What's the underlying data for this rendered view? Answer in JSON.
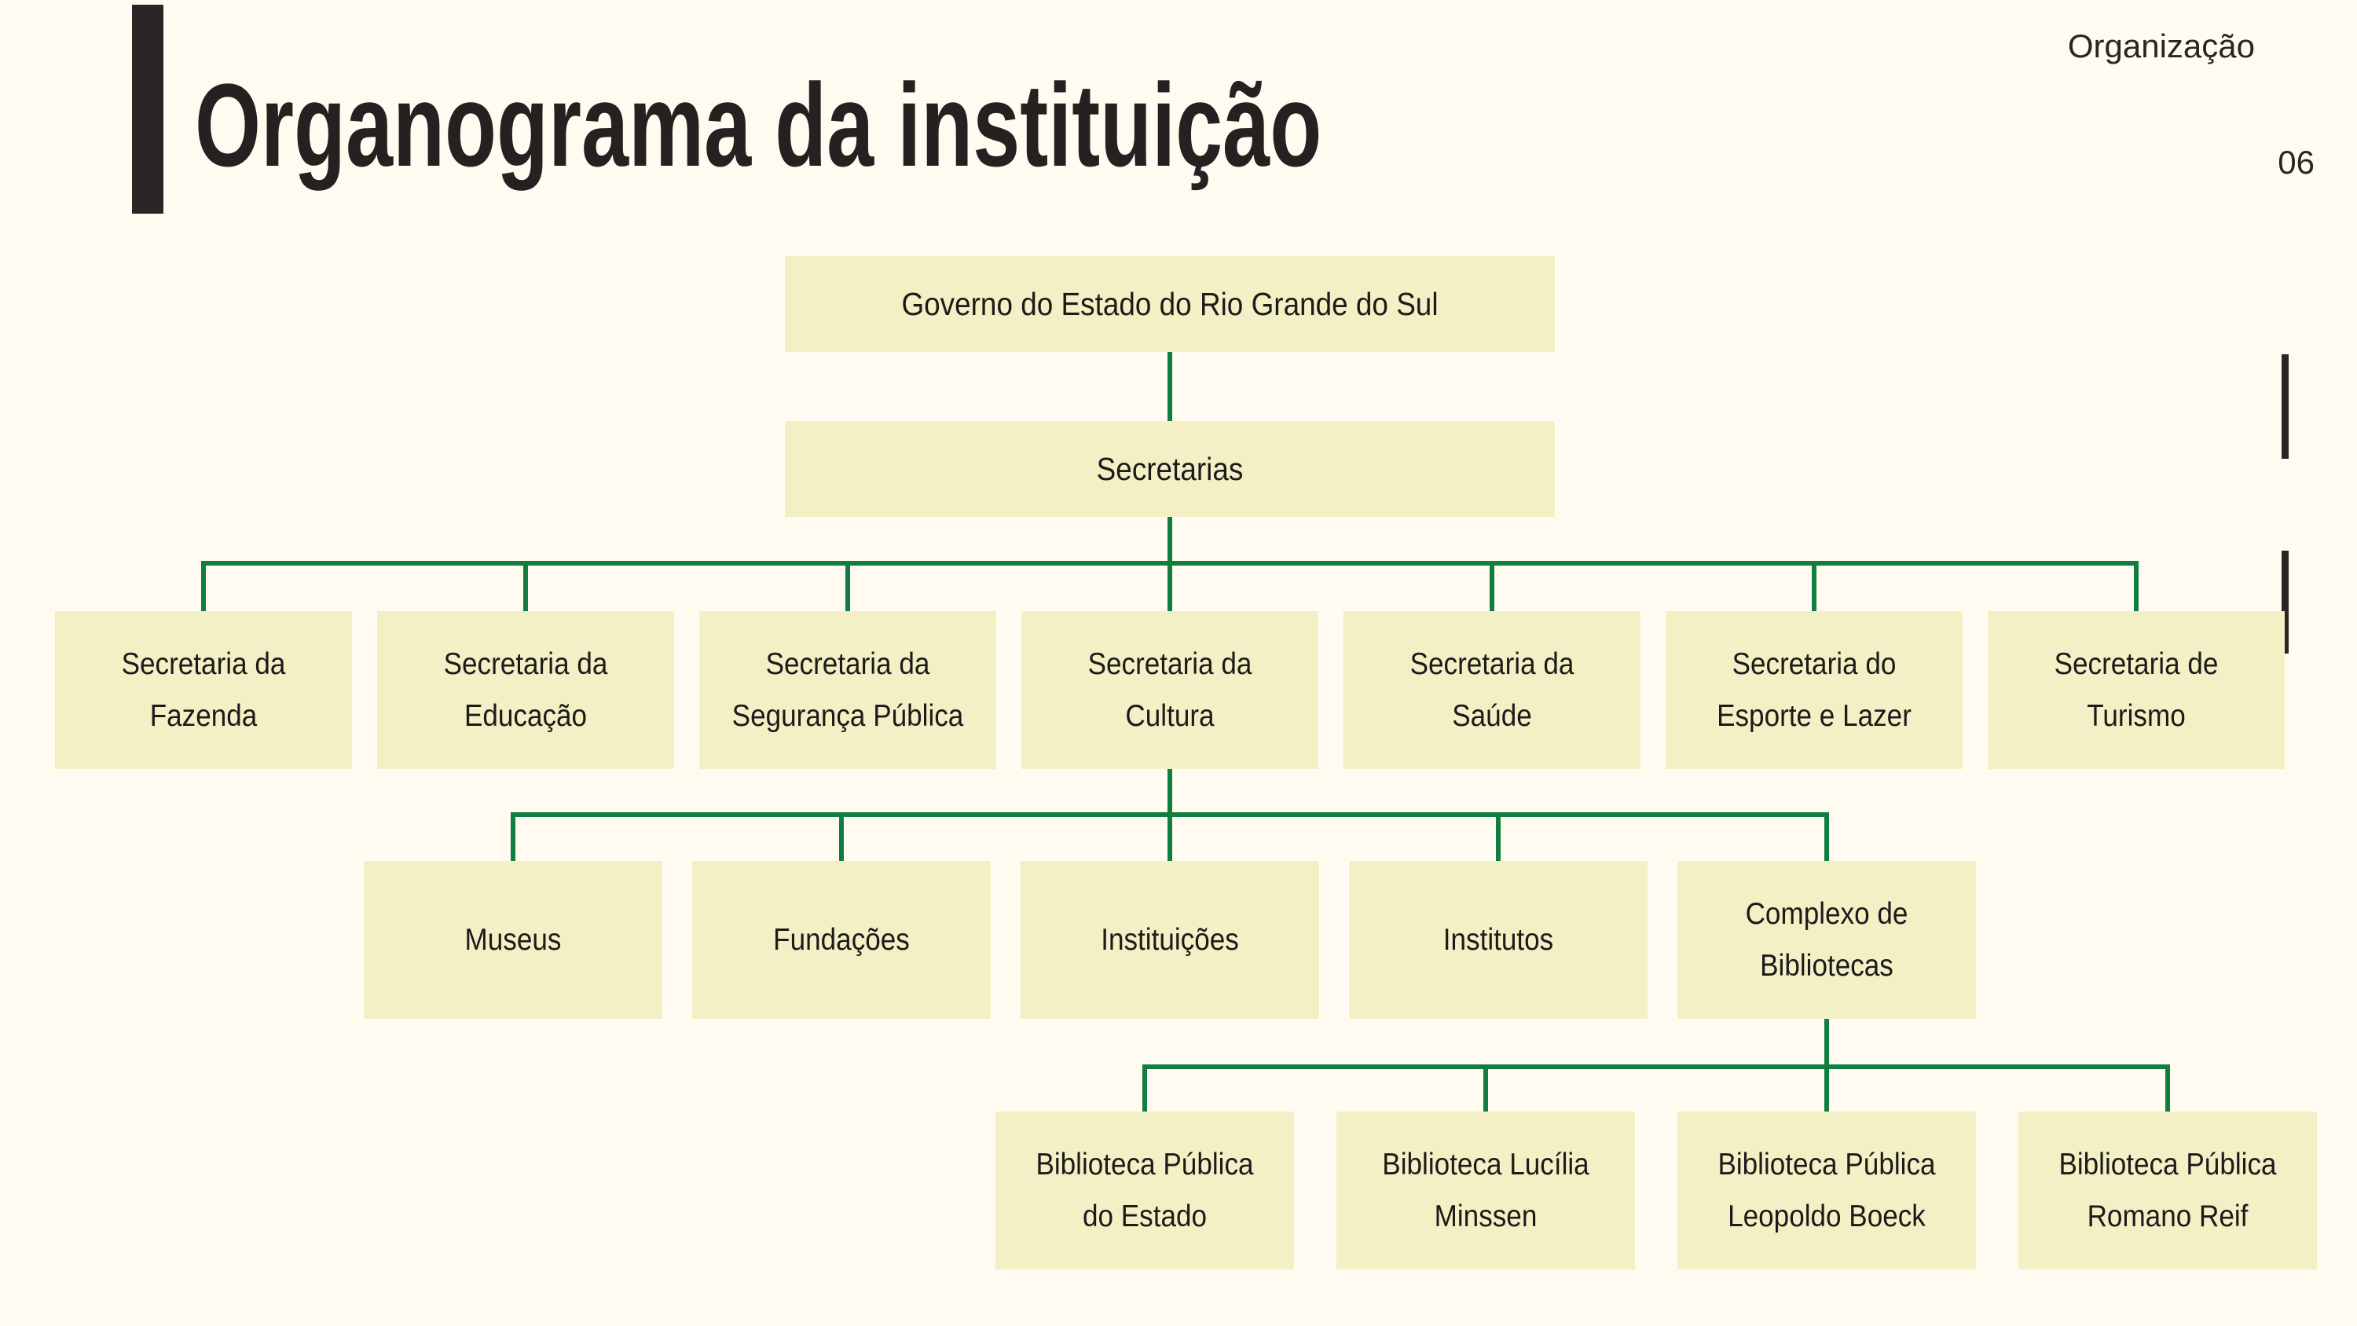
{
  "slide": {
    "eyebrow": "Organização",
    "page_number": "06",
    "title": "Organograma da instituição"
  },
  "colors": {
    "background": "#FFFBF1",
    "box_fill": "#F3F0C5",
    "connector_green": "#107E3E",
    "ink": "#272022"
  },
  "org": {
    "root": "Governo do Estado do Rio Grande do Sul",
    "secretarias_parent": "Secretarias",
    "secretarias": [
      [
        "Secretaria da",
        "Fazenda"
      ],
      [
        "Secretaria da",
        "Educação"
      ],
      [
        "Secretaria da",
        "Segurança Pública"
      ],
      [
        "Secretaria da",
        "Cultura"
      ],
      [
        "Secretaria da",
        "Saúde"
      ],
      [
        "Secretaria do",
        "Esporte e Lazer"
      ],
      [
        "Secretaria de",
        "Turismo"
      ]
    ],
    "cultura_children": [
      [
        "Museus"
      ],
      [
        "Fundações"
      ],
      [
        "Instituições"
      ],
      [
        "Institutos"
      ],
      [
        "Complexo de",
        "Bibliotecas"
      ]
    ],
    "bibliotecas": [
      [
        "Biblioteca Pública",
        "do Estado"
      ],
      [
        "Biblioteca Lucília",
        "Minssen"
      ],
      [
        "Biblioteca Pública",
        "Leopoldo Boeck"
      ],
      [
        "Biblioteca Pública",
        "Romano Reif"
      ]
    ]
  }
}
